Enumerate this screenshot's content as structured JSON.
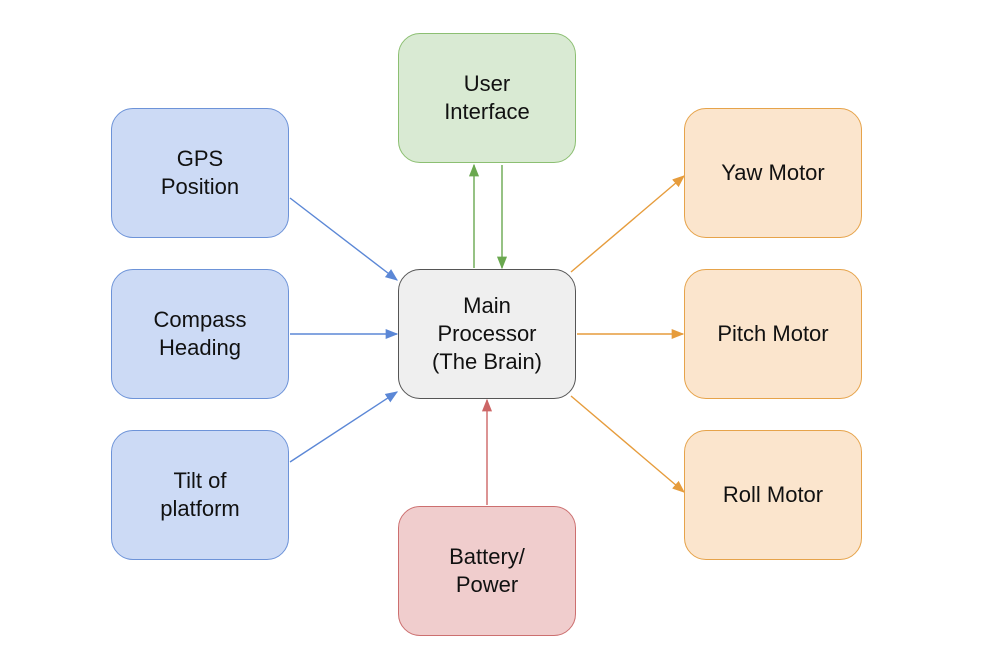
{
  "nodes": {
    "gps": {
      "label": "GPS\nPosition"
    },
    "compass": {
      "label": "Compass\nHeading"
    },
    "tilt": {
      "label": "Tilt of\nplatform"
    },
    "ui": {
      "label": "User\nInterface"
    },
    "main": {
      "label": "Main\nProcessor\n(The Brain)"
    },
    "battery": {
      "label": "Battery/\nPower"
    },
    "yaw": {
      "label": "Yaw Motor"
    },
    "pitch": {
      "label": "Pitch Motor"
    },
    "roll": {
      "label": "Roll Motor"
    }
  },
  "edges": [
    {
      "from": "gps",
      "to": "main",
      "color": "#5b87d6"
    },
    {
      "from": "compass",
      "to": "main",
      "color": "#5b87d6"
    },
    {
      "from": "tilt",
      "to": "main",
      "color": "#5b87d6"
    },
    {
      "from": "main",
      "to": "ui",
      "color": "#6aa84f"
    },
    {
      "from": "ui",
      "to": "main",
      "color": "#6aa84f"
    },
    {
      "from": "battery",
      "to": "main",
      "color": "#cc6666"
    },
    {
      "from": "main",
      "to": "yaw",
      "color": "#e69c3c"
    },
    {
      "from": "main",
      "to": "pitch",
      "color": "#e69c3c"
    },
    {
      "from": "main",
      "to": "roll",
      "color": "#e69c3c"
    }
  ],
  "colors": {
    "input_fill": "#ccdaf5",
    "interface_fill": "#d9ead3",
    "motor_fill": "#fbe5cd",
    "power_fill": "#f0cdcd",
    "processor_fill": "#efefef"
  }
}
